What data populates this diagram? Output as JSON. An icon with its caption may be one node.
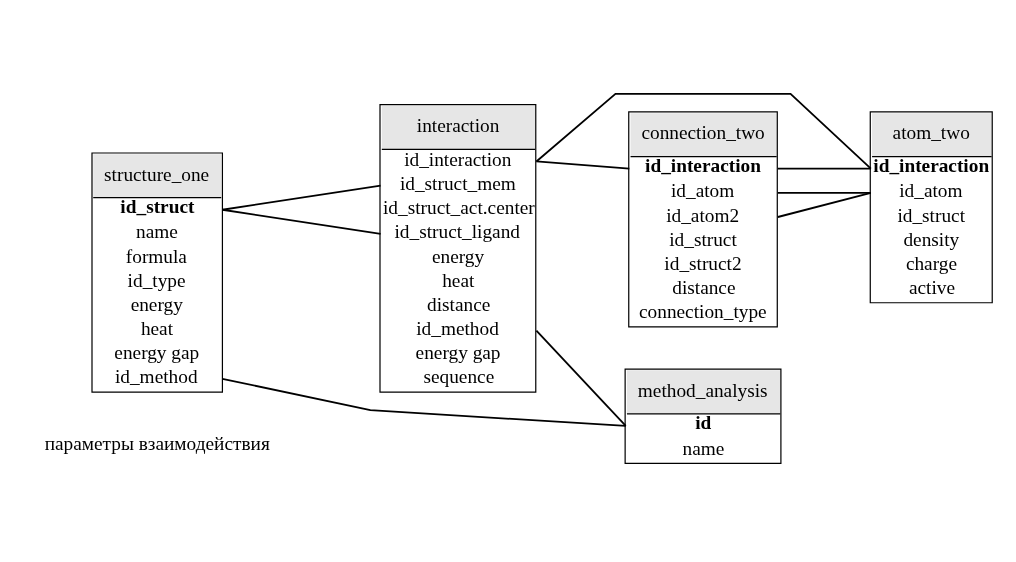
{
  "diagram": {
    "nodes": [
      {
        "text": [
          "structure_one",
          "id_struct",
          "name",
          "formula",
          "id_type",
          "energy",
          "heat",
          "energy gap",
          "id_method"
        ]
      },
      {
        "text": [
          "interaction",
          "id_interaction",
          "id_struct_mem",
          "id_struct_act.center",
          "id_struct_ligand",
          "energy",
          "heat",
          "distance",
          "id_method",
          "energy gap",
          "sequence"
        ]
      },
      {
        "text": [
          "method_analysis",
          "id",
          "name"
        ]
      },
      {
        "text": [
          "connection_two",
          "id_interaction",
          "id_atom",
          "id_atom2",
          "id_struct",
          "id_struct2",
          "distance",
          "connection_type"
        ]
      },
      {
        "text": [
          "atom_two",
          "id_interaction",
          "id_atom",
          "id_struct",
          "density",
          "charge",
          "active"
        ]
      }
    ],
    "edges": [
      {
        "from": 0,
        "to": 1,
        "arrow": "none"
      },
      {
        "from": 0,
        "to": 1,
        "arrow": "none"
      },
      {
        "from": 1,
        "to": 2,
        "arrow": "none"
      },
      {
        "from": 0,
        "to": 2,
        "arrow": "none"
      },
      {
        "from": 1,
        "to": 3,
        "arrow": "none"
      },
      {
        "from": 1,
        "to": 4,
        "arrow": "none"
      },
      {
        "from": 3,
        "to": 4,
        "arrow": "none"
      },
      {
        "from": 3,
        "to": 4,
        "arrow": "none"
      },
      {
        "from": 3,
        "to": 4,
        "arrow": "none"
      }
    ],
    "labels": [
      "параметры взаимодействия"
    ]
  }
}
